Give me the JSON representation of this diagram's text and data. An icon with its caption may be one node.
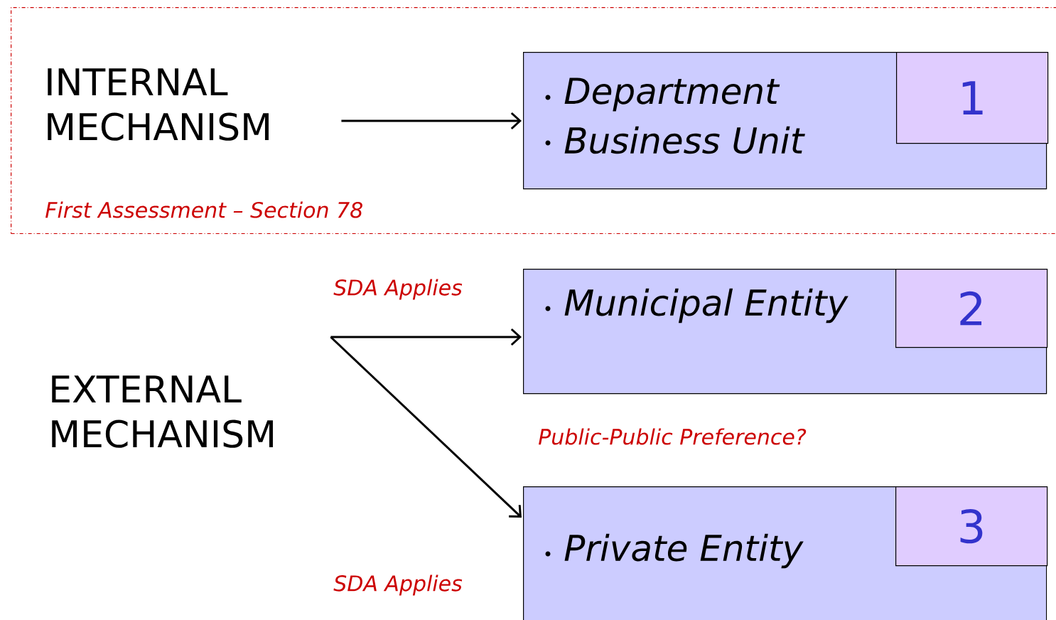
{
  "diagram": {
    "nodes": [
      {
        "text": [
          "First Assessment – Section 78"
        ]
      },
      {
        "text": [
          "INTERNAL MECHANISM"
        ],
        "in": 0
      },
      {
        "text": [
          "Department",
          "Business Unit"
        ],
        "in": 0
      },
      {
        "text": [
          "1"
        ],
        "in": 2
      },
      {
        "text": [
          "EXTERNAL MECHANISM"
        ]
      },
      {
        "text": [
          "Municipal Entity"
        ]
      },
      {
        "text": [
          "2"
        ],
        "in": 5
      },
      {
        "text": [
          "Private Entity"
        ]
      },
      {
        "text": [
          "3"
        ],
        "in": 7
      }
    ],
    "edges": [
      {
        "from": 1,
        "to": 2,
        "arrow": "to"
      },
      {
        "from": 4,
        "to": 5,
        "arrow": "to",
        "label": "SDA Applies"
      },
      {
        "from": 4,
        "to": 7,
        "arrow": "to",
        "label": "SDA Applies"
      }
    ],
    "labels": [
      "Public-Public Preference?"
    ]
  }
}
